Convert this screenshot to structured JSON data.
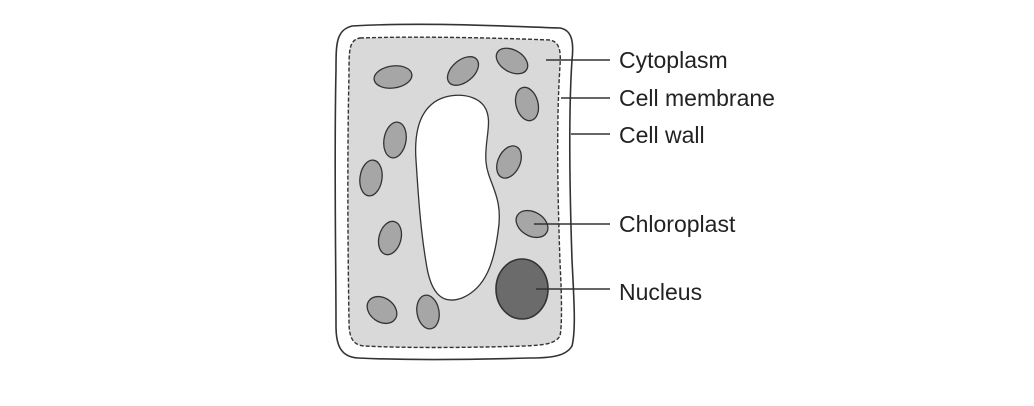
{
  "diagram": {
    "labels": {
      "cytoplasm": "Cytoplasm",
      "cell_membrane": "Cell membrane",
      "cell_wall": "Cell wall",
      "chloroplast": "Chloroplast",
      "nucleus": "Nucleus"
    },
    "colors": {
      "outline": "#333333",
      "wall_fill": "#ffffff",
      "cytoplasm_fill": "#d9d9d9",
      "vacuole_fill": "#ffffff",
      "chloroplast_fill": "#a6a6a6",
      "nucleus_fill": "#6b6b6b",
      "text": "#222222"
    }
  }
}
